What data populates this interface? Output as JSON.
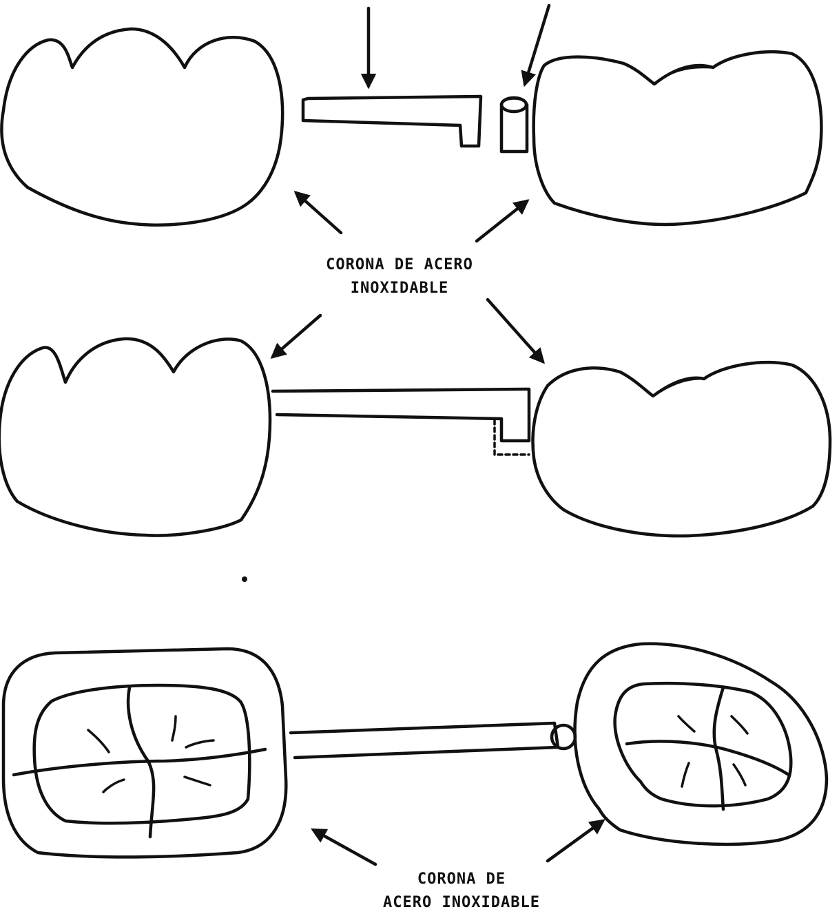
{
  "labels": {
    "top": {
      "line1": "CORONA DE ACERO",
      "line2": "INOXIDABLE"
    },
    "bottom": {
      "line1": "CORONA DE",
      "line2": "ACERO INOXIDABLE"
    }
  },
  "colors": {
    "ink": "#111111",
    "background": "#ffffff"
  }
}
